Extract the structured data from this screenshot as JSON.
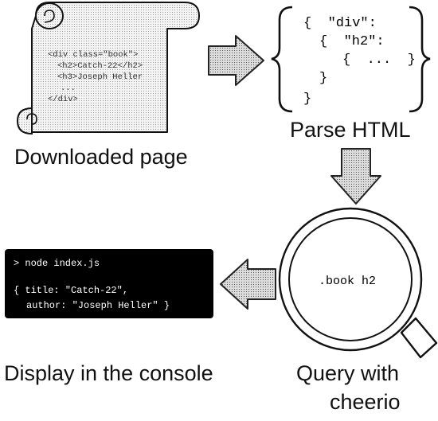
{
  "scroll": {
    "code_lines": [
      "<div class=\"book\">",
      "<h2>Catch-22</h2>",
      "<h3>Joseph Heller",
      "...",
      "</div>"
    ],
    "caption": "Downloaded page"
  },
  "parsed": {
    "code_lines": [
      "{  \"div\":",
      "{  \"h2\":",
      "{  ...  }",
      "}",
      "}"
    ],
    "caption": "Parse HTML"
  },
  "query": {
    "selector": ".book h2",
    "caption_line1": "Query with",
    "caption_line2": "cheerio"
  },
  "console": {
    "command": "> node index.js",
    "output_line1": "{ title: \"Catch-22\",",
    "output_line2": "author: \"Joseph Heller\" }",
    "caption": "Display in the console"
  },
  "colors": {
    "arrow_fill": "#cfcfcf",
    "paper_fill": "#f1f1f1",
    "console_bg": "#000000"
  }
}
